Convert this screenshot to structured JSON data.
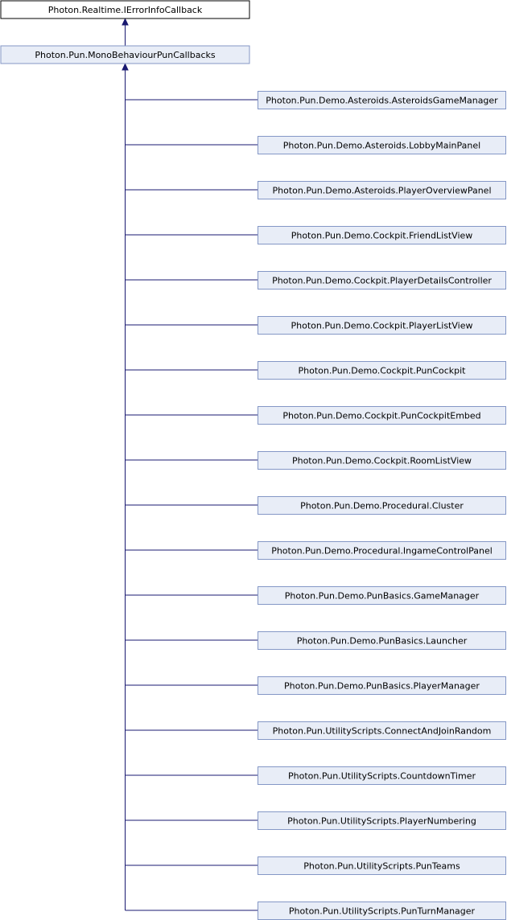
{
  "root": {
    "label": "Photon.Realtime.IErrorInfoCallback",
    "fill": "#ffffff",
    "border": "#000000"
  },
  "parent": {
    "label": "Photon.Pun.MonoBehaviourPunCallbacks",
    "fill": "#e8edf7",
    "border": "#8497c6"
  },
  "children": [
    {
      "label": "Photon.Pun.Demo.Asteroids.AsteroidsGameManager"
    },
    {
      "label": "Photon.Pun.Demo.Asteroids.LobbyMainPanel"
    },
    {
      "label": "Photon.Pun.Demo.Asteroids.PlayerOverviewPanel"
    },
    {
      "label": "Photon.Pun.Demo.Cockpit.FriendListView"
    },
    {
      "label": "Photon.Pun.Demo.Cockpit.PlayerDetailsController"
    },
    {
      "label": "Photon.Pun.Demo.Cockpit.PlayerListView"
    },
    {
      "label": "Photon.Pun.Demo.Cockpit.PunCockpit"
    },
    {
      "label": "Photon.Pun.Demo.Cockpit.PunCockpitEmbed"
    },
    {
      "label": "Photon.Pun.Demo.Cockpit.RoomListView"
    },
    {
      "label": "Photon.Pun.Demo.Procedural.Cluster"
    },
    {
      "label": "Photon.Pun.Demo.Procedural.IngameControlPanel"
    },
    {
      "label": "Photon.Pun.Demo.PunBasics.GameManager"
    },
    {
      "label": "Photon.Pun.Demo.PunBasics.Launcher"
    },
    {
      "label": "Photon.Pun.Demo.PunBasics.PlayerManager"
    },
    {
      "label": "Photon.Pun.UtilityScripts.ConnectAndJoinRandom"
    },
    {
      "label": "Photon.Pun.UtilityScripts.CountdownTimer"
    },
    {
      "label": "Photon.Pun.UtilityScripts.PlayerNumbering"
    },
    {
      "label": "Photon.Pun.UtilityScripts.PunTeams"
    },
    {
      "label": "Photon.Pun.UtilityScripts.PunTurnManager"
    }
  ],
  "colors": {
    "child_fill": "#e8edf7",
    "child_border": "#8497c6",
    "edge": "#191970"
  }
}
